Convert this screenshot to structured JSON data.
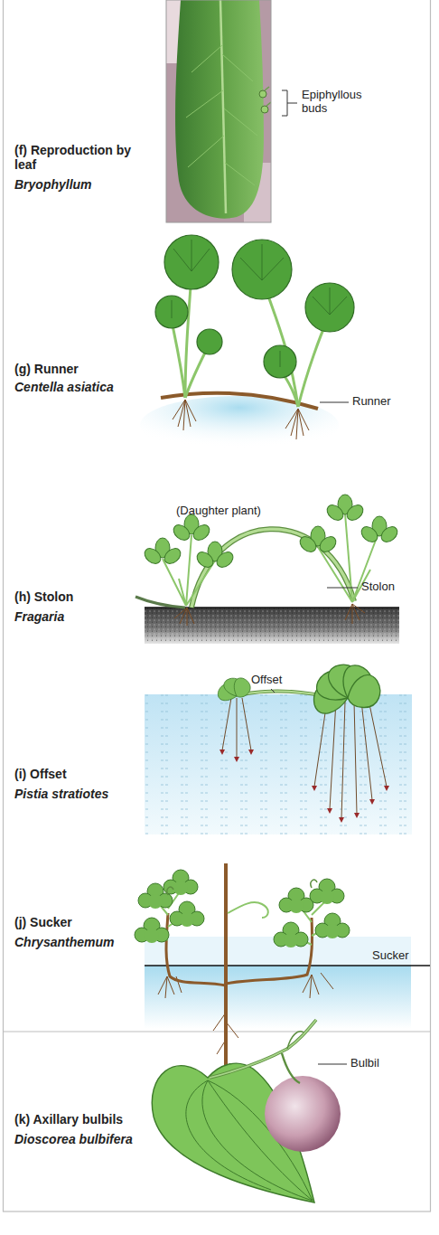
{
  "diagram": {
    "labels": [
      "Epiphyllous buds",
      "(f) Reproduction by leaf",
      "Bryophyllum",
      "Runner",
      "(g) Runner",
      "Centella asiatica",
      "(Daughter plant)",
      "Stolon",
      "(h) Stolon",
      "Fragaria",
      "Offset",
      "(i) Offset",
      "Pistia stratiotes",
      "Sucker",
      "(j) Sucker",
      "Chrysanthemum",
      "Bulbil",
      "(k) Axillary bulbils",
      "Dioscorea bulbifera"
    ]
  }
}
